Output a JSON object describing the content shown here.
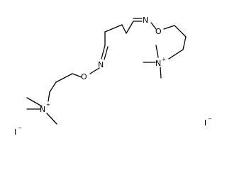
{
  "molecule": {
    "atoms": {
      "imine_n_right": "N",
      "oxime_o_right": "O",
      "ammonium_n_right": "N",
      "ammonium_n_right_charge": "+",
      "imine_n_left": "N",
      "oxime_o_left": "O",
      "ammonium_n_left": "N",
      "ammonium_n_left_charge": "+"
    },
    "counterions": [
      {
        "symbol": "I",
        "charge": "−"
      },
      {
        "symbol": "I",
        "charge": "−"
      }
    ]
  }
}
